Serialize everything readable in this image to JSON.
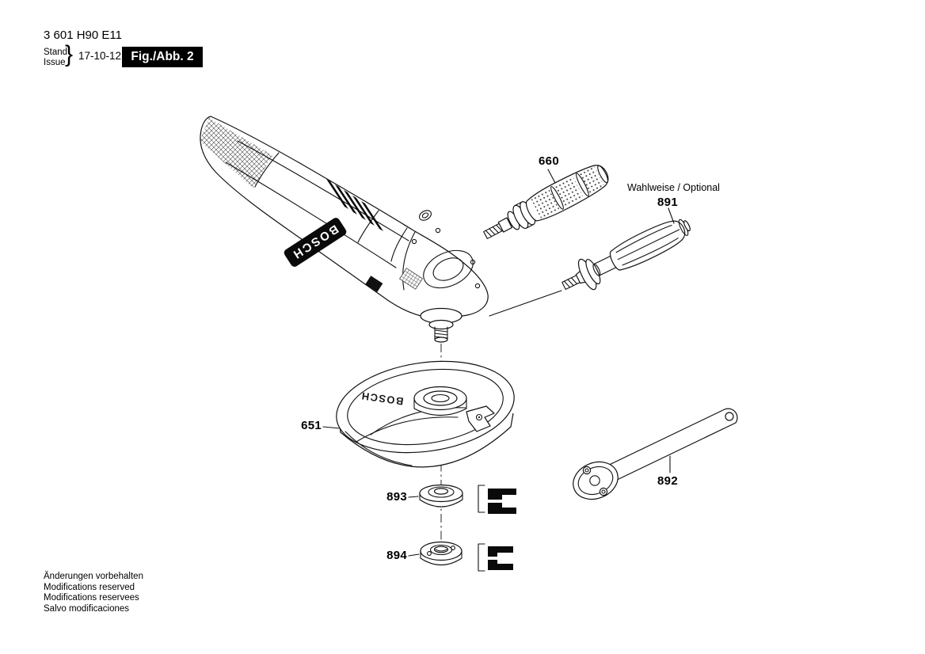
{
  "header": {
    "part_number": "3 601 H90 E11",
    "stand_label": "Stand",
    "issue_label": "Issue",
    "brace": "}",
    "date": "17-10-12",
    "figure_label": "Fig./Abb. 2"
  },
  "labels": {
    "optional_note": "Wahlweise / Optional",
    "part_660": "660",
    "part_891": "891",
    "part_651": "651",
    "part_892": "892",
    "part_893": "893",
    "part_894": "894"
  },
  "branding": {
    "logo": "BOSCH"
  },
  "footer": {
    "lines": [
      "Änderungen vorbehalten",
      "Modifications reserved",
      "Modifications reservees",
      "Salvo modificaciones"
    ]
  },
  "colors": {
    "ink": "#000000",
    "background": "#ffffff"
  }
}
